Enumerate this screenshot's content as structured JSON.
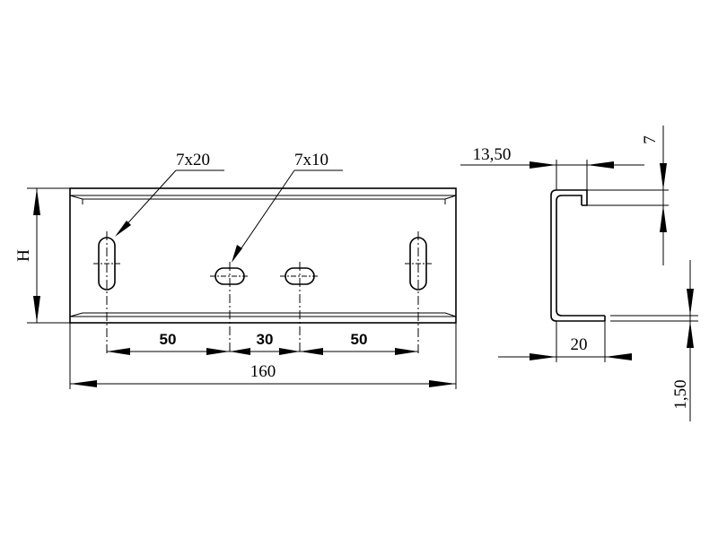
{
  "labels": {
    "slot_long": "7x20",
    "slot_short": "7x10",
    "height": "H",
    "spacing_left": "50",
    "spacing_middle": "30",
    "spacing_right": "50",
    "total_length": "160",
    "lip_width": "13,50",
    "lip_height": "7",
    "flange_width": "20",
    "thickness": "1,50"
  }
}
